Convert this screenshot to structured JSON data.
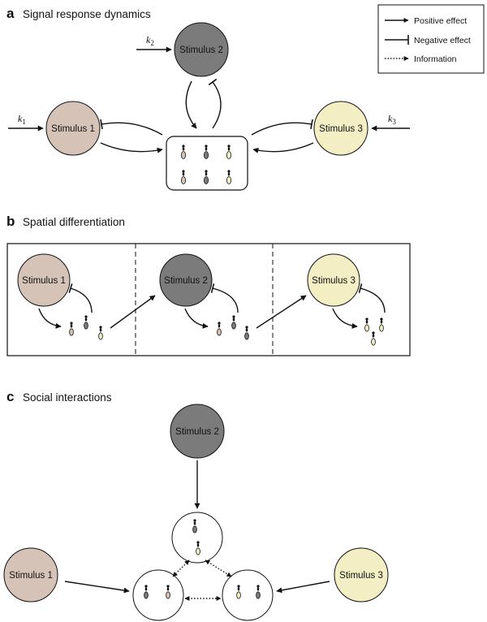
{
  "panel_a": {
    "letter": "a",
    "title": "Signal response dynamics"
  },
  "panel_b": {
    "letter": "b",
    "title": "Spatial differentiation"
  },
  "panel_c": {
    "letter": "c",
    "title": "Social interactions"
  },
  "stimuli": {
    "s1": {
      "label": "Stimulus 1",
      "color": "#d6c3b8"
    },
    "s2": {
      "label": "Stimulus 2",
      "color": "#7b7b7b"
    },
    "s3": {
      "label": "Stimulus 3",
      "color": "#f4eec4"
    }
  },
  "rates": {
    "k1": {
      "base": "k",
      "sub": "1"
    },
    "k2": {
      "base": "k",
      "sub": "2"
    },
    "k3": {
      "base": "k",
      "sub": "3"
    }
  },
  "legend": {
    "positive": "Positive effect",
    "negative": "Negative effect",
    "information": "Information"
  },
  "icons": {
    "ant": "ant-icon",
    "positive_arrow": "arrow-icon",
    "negative_arrow": "inhibition-bar-icon",
    "information_arrow": "dotted-arrow-icon"
  }
}
